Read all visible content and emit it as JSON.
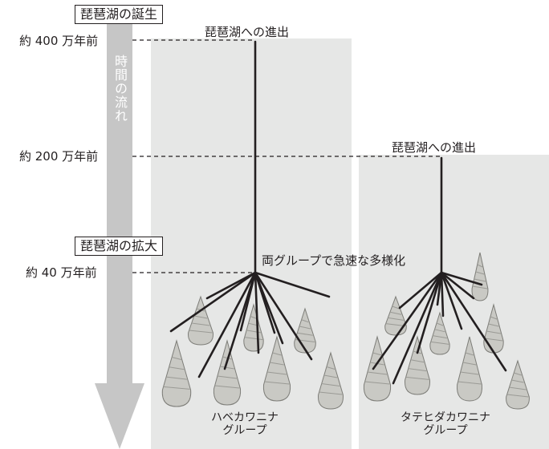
{
  "time_arrow": {
    "label": "時間の流れ"
  },
  "events": {
    "birth": "琵琶湖の誕生",
    "expansion": "琵琶湖の拡大"
  },
  "eras": [
    {
      "label": "約 400 万年前"
    },
    {
      "label": "約 200 万年前"
    },
    {
      "label": "約 40 万年前"
    }
  ],
  "annotations": {
    "entry_habe": "琵琶湖への進出",
    "entry_tatehida": "琵琶湖への進出",
    "diversification": "両グループで急速な多様化"
  },
  "groups": [
    {
      "line1": "ハベカワニナ",
      "line2": "グループ"
    },
    {
      "line1": "タテヒダカワニナ",
      "line2": "グループ"
    }
  ],
  "colors": {
    "panel": "#e6e7e6",
    "arrow": "#c6c6c6",
    "tree_line": "#231f20",
    "shell": "#c9c9c4"
  }
}
